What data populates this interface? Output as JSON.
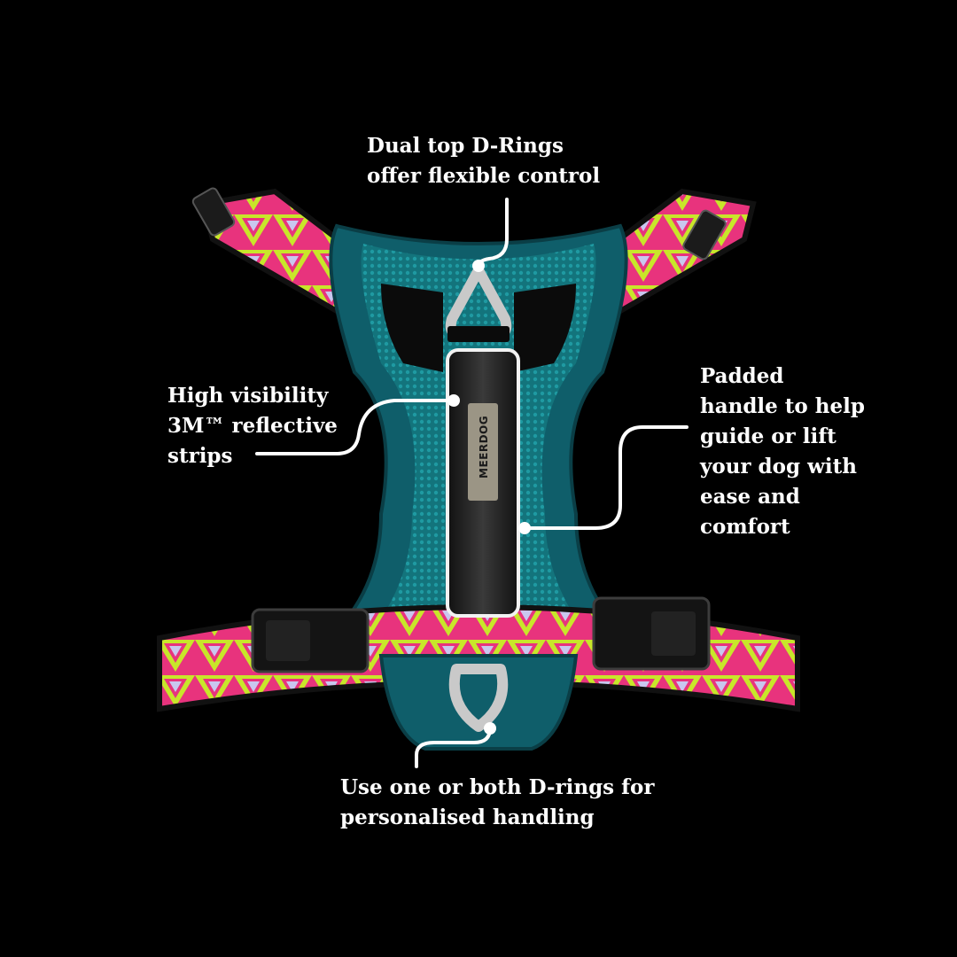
{
  "callouts": {
    "top": [
      "Dual top D-Rings",
      "offer flexible control"
    ],
    "left": [
      "High visibility",
      "3M™ reflective",
      "strips"
    ],
    "right": [
      "Padded",
      "handle to help",
      "guide or lift",
      "your dog with",
      "ease and",
      "comfort"
    ],
    "bottom": [
      "Use one or both D-rings for",
      "personalised handling"
    ]
  },
  "product": {
    "logo": "MEERDOG"
  },
  "colors": {
    "background": "#000000",
    "teal_padding": "#0f5e6a",
    "mesh": "#1a8b93",
    "pink": "#e8337d",
    "lime": "#c8e62a",
    "lilac": "#c9c7ef",
    "metal": "#c9c9c9",
    "handle": "#2a2a2a"
  }
}
